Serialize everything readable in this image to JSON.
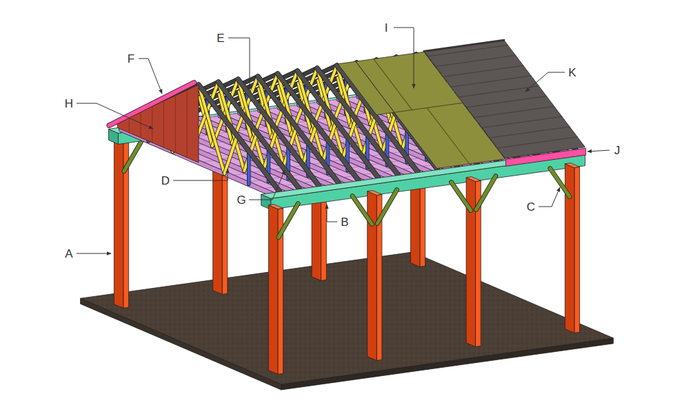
{
  "diagram": {
    "labels": [
      "E",
      "I",
      "F",
      "H",
      "K",
      "J",
      "C",
      "D",
      "G",
      "B",
      "A"
    ]
  }
}
